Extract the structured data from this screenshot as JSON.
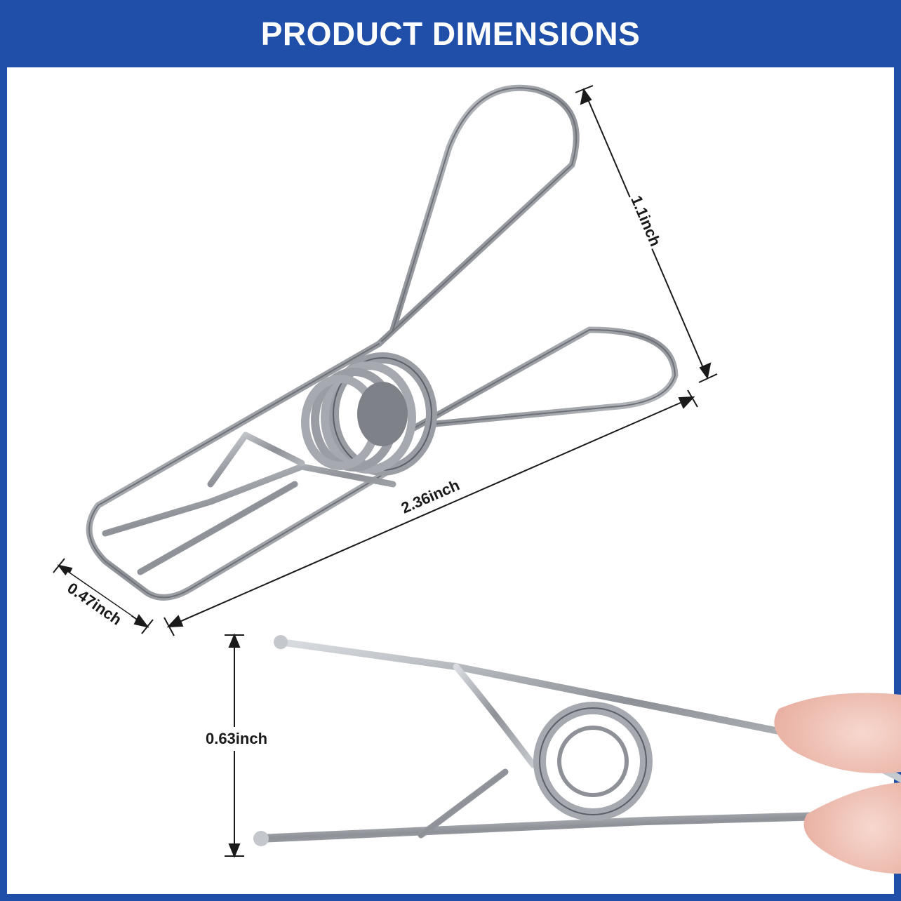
{
  "header": {
    "title": "PRODUCT DIMENSIONS"
  },
  "dimensions": {
    "height_top": "1.1inch",
    "length": "2.36inch",
    "width": "0.47inch",
    "open_height": "0.63inch"
  },
  "colors": {
    "header_bg": "#1f4fa8",
    "header_text": "#ffffff",
    "steel": "#a8acb2",
    "steel_dark": "#6e7278"
  }
}
